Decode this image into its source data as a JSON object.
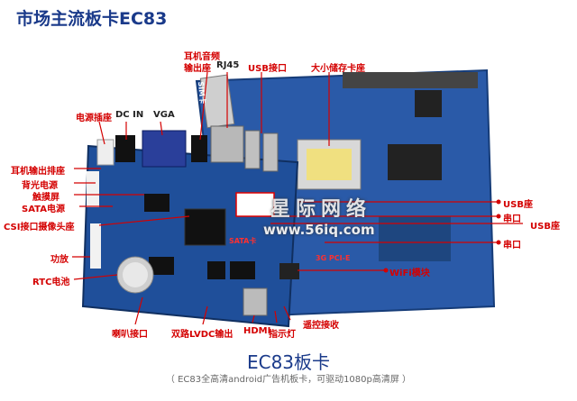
{
  "title": "市场主流板卡EC83",
  "caption": "EC83板卡",
  "subcaption": "（ EC83全高清android广告机板卡，可驱动1080p高清屏 ）",
  "watermark": {
    "line1": "星际网络",
    "line2": "www.56iq.com"
  },
  "board_text": {
    "sim": "SIM卡",
    "satacard": "SATA卡",
    "pcie": "3G PCI-E"
  },
  "labels": {
    "power_socket": "电源插座",
    "dc_in": "DC IN",
    "vga": "VGA",
    "headphone_audio": "耳机音频",
    "output_socket": "输出座",
    "rj45": "RJ45",
    "usb_port": "USB接口",
    "sd_slot": "大小储存卡座",
    "headphone_header": "耳机输出排座",
    "backlight_power": "背光电源",
    "touchscreen": "触摸屏",
    "sata_power": "SATA电源",
    "csi_camera": "CSI接口摄像头座",
    "amplifier": "功放",
    "rtc_battery": "RTC电池",
    "speaker": "喇叭接口",
    "lvds": "双路LVDC输出",
    "hdmi": "HDMI",
    "indicator": "指示灯",
    "ir_receiver": "遥控接收",
    "wifi": "WiFi模块",
    "usb_socket_1": "USB座",
    "serial_1": "串口",
    "usb_socket_2": "USB座",
    "serial_2": "串口"
  },
  "colors": {
    "accent": "#d40000",
    "title": "#1a3a8a",
    "board": "#1f4f9a"
  }
}
